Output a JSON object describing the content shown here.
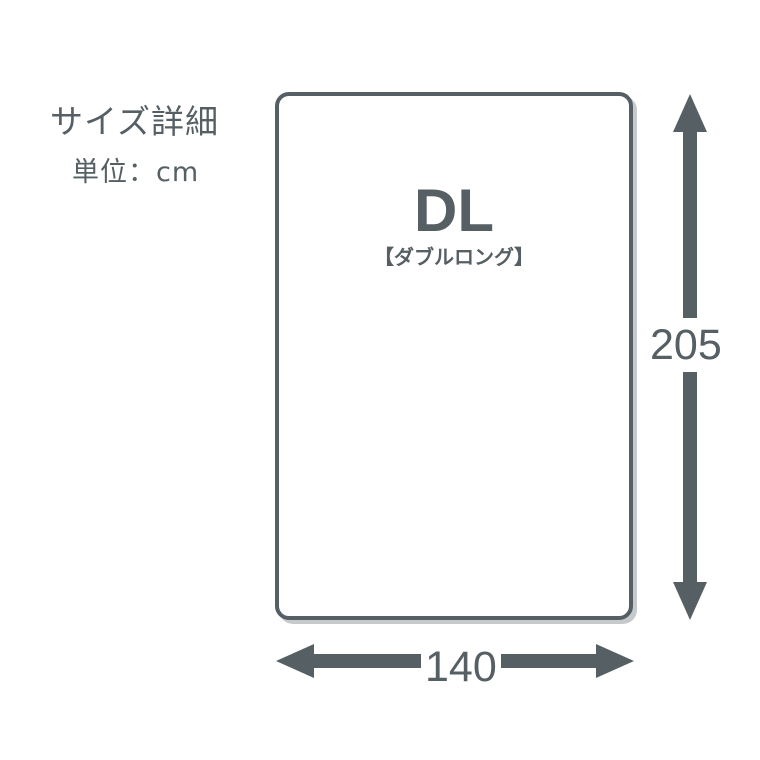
{
  "header": {
    "title": "サイズ詳細",
    "unit": "単位：cm"
  },
  "product": {
    "code": "DL",
    "name": "【ダブルロング】"
  },
  "dimensions": {
    "width": "140",
    "length": "205"
  },
  "colors": {
    "primary": "#555f64",
    "shadow": "#c7cacc",
    "background": "#ffffff"
  },
  "icons": {
    "vertical_arrow": "double-headed-vertical-arrow-icon",
    "horizontal_arrow": "double-headed-horizontal-arrow-icon"
  }
}
